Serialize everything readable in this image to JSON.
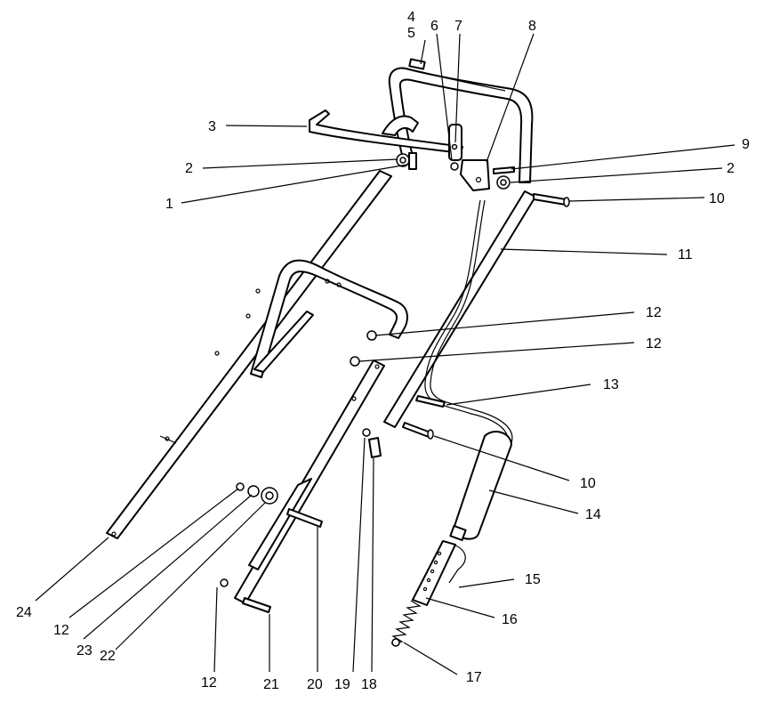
{
  "callouts": [
    {
      "id": "c4",
      "label": "4"
    },
    {
      "id": "c5",
      "label": "5"
    },
    {
      "id": "c6",
      "label": "6"
    },
    {
      "id": "c7",
      "label": "7"
    },
    {
      "id": "c8",
      "label": "8"
    },
    {
      "id": "c3",
      "label": "3"
    },
    {
      "id": "c9",
      "label": "9"
    },
    {
      "id": "c2a",
      "label": "2"
    },
    {
      "id": "c2b",
      "label": "2"
    },
    {
      "id": "c1",
      "label": "1"
    },
    {
      "id": "c10a",
      "label": "10"
    },
    {
      "id": "c11",
      "label": "11"
    },
    {
      "id": "c12a",
      "label": "12"
    },
    {
      "id": "c12b",
      "label": "12"
    },
    {
      "id": "c13",
      "label": "13"
    },
    {
      "id": "c10b",
      "label": "10"
    },
    {
      "id": "c14",
      "label": "14"
    },
    {
      "id": "c15",
      "label": "15"
    },
    {
      "id": "c16",
      "label": "16"
    },
    {
      "id": "c17",
      "label": "17"
    },
    {
      "id": "c24",
      "label": "24"
    },
    {
      "id": "c12c",
      "label": "12"
    },
    {
      "id": "c23",
      "label": "23"
    },
    {
      "id": "c22",
      "label": "22"
    },
    {
      "id": "c12d",
      "label": "12"
    },
    {
      "id": "c21",
      "label": "21"
    },
    {
      "id": "c20",
      "label": "20"
    },
    {
      "id": "c19",
      "label": "19"
    },
    {
      "id": "c18",
      "label": "18"
    }
  ]
}
